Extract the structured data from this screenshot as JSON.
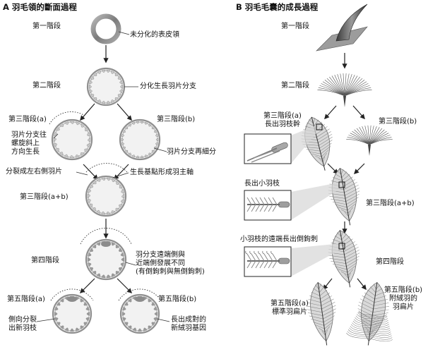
{
  "panel_a": {
    "letter": "A",
    "title": "羽毛領的斷面過程",
    "labels": {
      "stage1": "第一階段",
      "collar": "未分化的表皮領",
      "stage2": "第二階段",
      "differentiate": "分化生長羽片分支",
      "stage3a": "第三階段(a)",
      "stage3b": "第三階段(b)",
      "spiral": "羽片分支往\n螺旋斜上\n方向生長",
      "subdivide": "羽片分支再細分",
      "split": "分裂成左右側羽片",
      "rachis": "生長基點形成羽主軸",
      "stage3ab": "第三階段(a+b)",
      "stage4": "第四階段",
      "diff_dev": "羽分支遠端側與\n近端側發展不同\n(有倒鉤刺與無倒鉤刺)",
      "stage5a": "第五階段(a)",
      "stage5b": "第五階段(b)",
      "lateral": "側向分裂\n出新羽枝",
      "paired": "長出成對的\n新絨羽基因"
    }
  },
  "panel_b": {
    "letter": "B",
    "title": "羽毛毛囊的成長過程",
    "labels": {
      "stage1": "第一階段",
      "stage2": "第二階段",
      "stage3a": "第三階段(a)\n長出羽枝幹",
      "stage3b": "第三階段(b)",
      "barbule": "長出小羽枝",
      "stage3ab": "第三階段(a+b)",
      "hooklets": "小羽枝的遠端長出倒鉤刺",
      "stage4": "第四階段",
      "stage5a": "第五階段(a)\n標準羽扁片",
      "stage5b": "第五階段(b)\n附絨羽的\n羽扁片"
    }
  },
  "colors": {
    "ring_dark": "#8f8f8f",
    "ring_fill": "#c9c9c9",
    "barb": "#9a9a9a",
    "feather": "#7d7d7d",
    "text": "#111111"
  }
}
